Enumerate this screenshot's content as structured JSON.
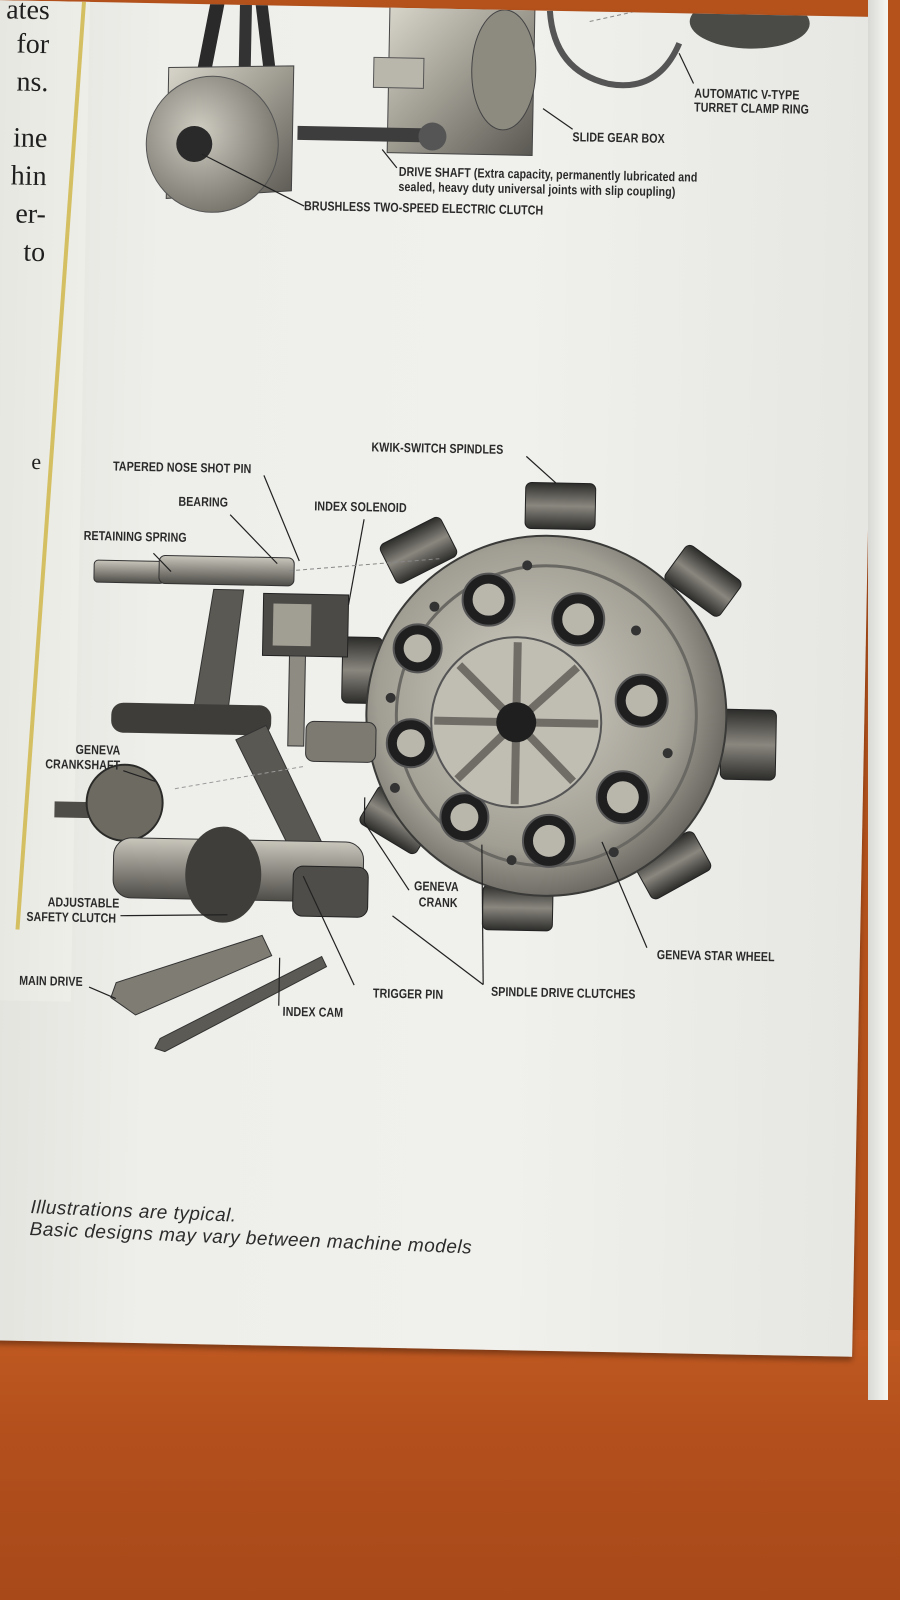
{
  "left_column_fragments": [
    "ates",
    "for",
    "ns.",
    "ine",
    "hin",
    "er-",
    "to",
    "e"
  ],
  "top_callouts": {
    "turret_clamp_line1": "AUTOMATIC V-TYPE",
    "turret_clamp_line2": "TURRET CLAMP RING",
    "slide_gear_box": "SLIDE GEAR BOX",
    "drive_shaft_line1": "DRIVE SHAFT (Extra capacity, permanently lubricated and",
    "drive_shaft_line2": "sealed, heavy duty universal joints with slip coupling)",
    "clutch": "BRUSHLESS TWO-SPEED ELECTRIC CLUTCH"
  },
  "callouts": {
    "kwik_switch": "KWIK-SWITCH SPINDLES",
    "tapered_pin": "TAPERED NOSE SHOT PIN",
    "bearing": "BEARING",
    "index_solenoid": "INDEX SOLENOID",
    "retaining_spring": "RETAINING SPRING",
    "geneva_crankshaft_1": "GENEVA",
    "geneva_crankshaft_2": "CRANKSHAFT",
    "adjustable_1": "ADJUSTABLE",
    "adjustable_2": "SAFETY CLUTCH",
    "main_drive": "MAIN DRIVE",
    "geneva_crank_1": "GENEVA",
    "geneva_crank_2": "CRANK",
    "geneva_star": "GENEVA STAR WHEEL",
    "trigger_pin": "TRIGGER PIN",
    "spindle_clutches": "SPINDLE DRIVE CLUTCHES",
    "index_cam": "INDEX CAM"
  },
  "caption": {
    "line1": "Illustrations are typical.",
    "line2": "Basic designs may vary between machine models"
  }
}
